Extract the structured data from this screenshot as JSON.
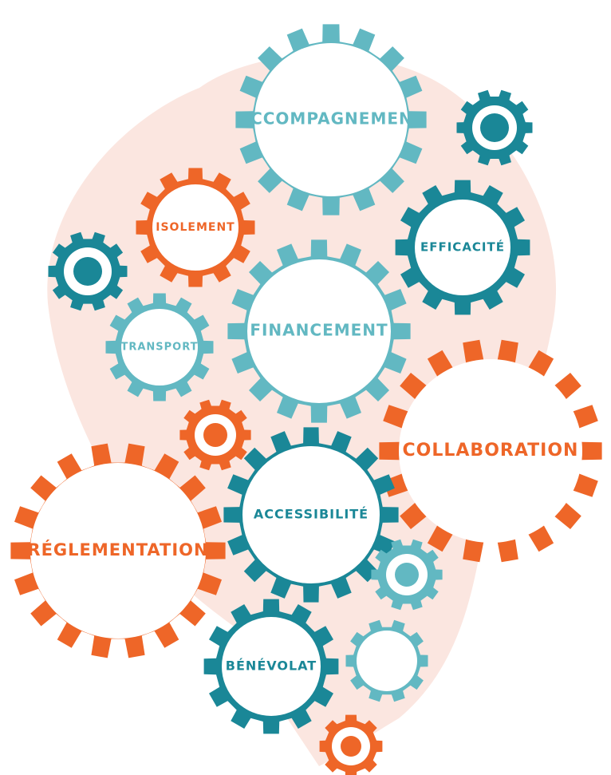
{
  "colors": {
    "orange": "#EE6628",
    "teal_light": "#62B8C2",
    "teal_dark": "#1A8797",
    "blob": "#FBE6E0",
    "white": "#FFFFFF"
  },
  "gears": [
    {
      "id": "accompagnement",
      "label": "ACCOMPAGNEMENT",
      "color": "teal_light"
    },
    {
      "id": "efficacite",
      "label": "EFFICACITÉ",
      "color": "teal_dark"
    },
    {
      "id": "isolement",
      "label": "ISOLEMENT",
      "color": "orange"
    },
    {
      "id": "financement",
      "label": "FINANCEMENT",
      "color": "teal_light"
    },
    {
      "id": "transport",
      "label": "TRANSPORT",
      "color": "teal_light"
    },
    {
      "id": "collaboration",
      "label": "COLLABORATION",
      "color": "orange"
    },
    {
      "id": "accessibilite",
      "label": "ACCESSIBILITÉ",
      "color": "teal_dark"
    },
    {
      "id": "reglementation",
      "label": "RÉGLEMENTATION",
      "color": "orange"
    },
    {
      "id": "benevolat",
      "label": "BÉNÉVOLAT",
      "color": "teal_dark"
    }
  ]
}
